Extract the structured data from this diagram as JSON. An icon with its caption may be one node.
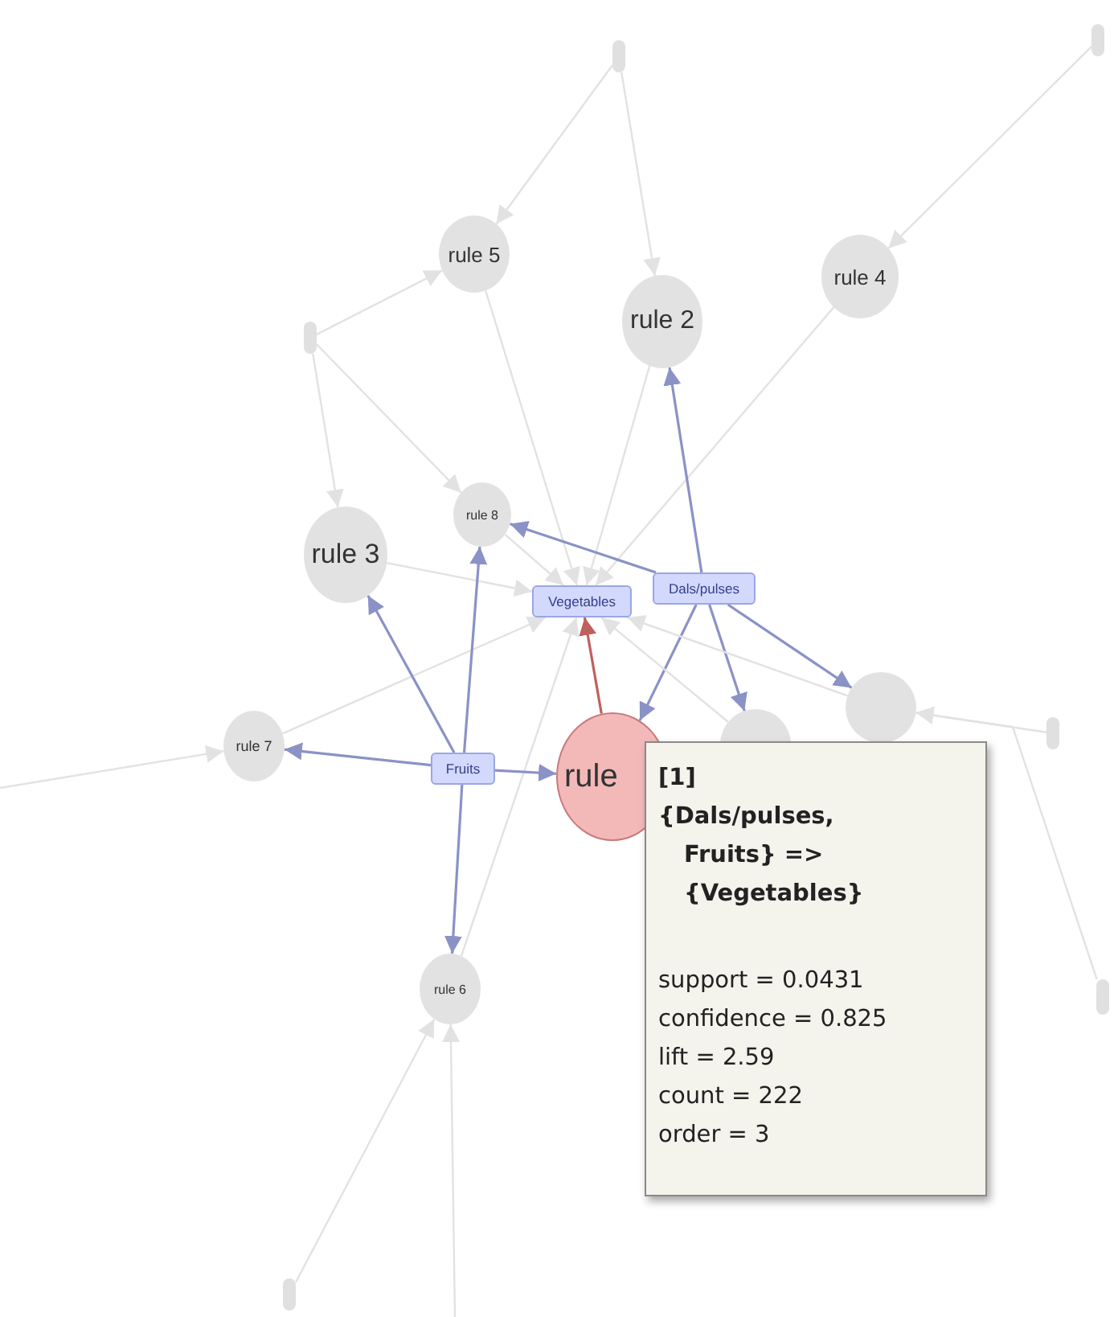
{
  "diagram": {
    "nodes": [
      {
        "text": [],
        "shape": "bar"
      },
      {
        "text": [],
        "shape": "bar"
      },
      {
        "text": [],
        "shape": "bar"
      },
      {
        "text": [
          "rule 5"
        ]
      },
      {
        "text": [
          "rule 2"
        ]
      },
      {
        "text": [
          "rule 4"
        ]
      },
      {
        "text": [
          "rule 8"
        ]
      },
      {
        "text": [
          "rule 3"
        ]
      },
      {
        "text": [
          "Vegetables"
        ]
      },
      {
        "text": [
          "Dals/pulses"
        ]
      },
      {
        "text": [
          "rule 7"
        ]
      },
      {
        "text": [
          "Fruits"
        ]
      },
      {
        "text": [
          "rule"
        ]
      },
      {
        "text": [
          "[1]",
          "{Dals/pulses, Fruits} => {Vegetables}",
          "support = 0.0431",
          "confidence = 0.825",
          "lift = 2.59",
          "count = 222",
          "order = 3"
        ]
      },
      {
        "text": [
          "rule 6"
        ]
      },
      {
        "text": [],
        "shape": "bar"
      },
      {
        "text": [],
        "shape": "bar"
      },
      {
        "text": [],
        "shape": "bar"
      },
      {
        "text": [],
        "shape": "circle"
      },
      {
        "text": [],
        "shape": "circle"
      }
    ],
    "edges": [
      {
        "from": 0,
        "to": 3,
        "arrow": "to"
      },
      {
        "from": 0,
        "to": 4,
        "arrow": "to"
      },
      {
        "from": 2,
        "to": 5,
        "arrow": "to"
      },
      {
        "from": 1,
        "to": 3,
        "arrow": "to"
      },
      {
        "from": 1,
        "to": 7,
        "arrow": "to"
      },
      {
        "from": 1,
        "to": 6,
        "arrow": "to"
      },
      {
        "from": 3,
        "to": 8,
        "arrow": "to"
      },
      {
        "from": 4,
        "to": 8,
        "arrow": "to"
      },
      {
        "from": 5,
        "to": 8,
        "arrow": "to"
      },
      {
        "from": 7,
        "to": 8,
        "arrow": "to"
      },
      {
        "from": 6,
        "to": 8,
        "arrow": "to"
      },
      {
        "from": 10,
        "to": 8,
        "arrow": "to"
      },
      {
        "from": 14,
        "to": 8,
        "arrow": "to"
      },
      {
        "from": 12,
        "to": 8,
        "arrow": "to",
        "color": "#c0605c"
      },
      {
        "from": 9,
        "to": 12,
        "arrow": "to",
        "color": "#8a92c6"
      },
      {
        "from": 9,
        "to": 4,
        "arrow": "to",
        "color": "#8a92c6"
      },
      {
        "from": 9,
        "to": 6,
        "arrow": "to",
        "color": "#8a92c6"
      },
      {
        "from": 9,
        "to": 18,
        "arrow": "to",
        "color": "#8a92c6"
      },
      {
        "from": 9,
        "to": 19,
        "arrow": "to",
        "color": "#8a92c6"
      },
      {
        "from": 11,
        "to": 7,
        "arrow": "to",
        "color": "#8a92c6"
      },
      {
        "from": 11,
        "to": 6,
        "arrow": "to",
        "color": "#8a92c6"
      },
      {
        "from": 11,
        "to": 10,
        "arrow": "to",
        "color": "#8a92c6"
      },
      {
        "from": 11,
        "to": 12,
        "arrow": "to",
        "color": "#8a92c6"
      },
      {
        "from": 11,
        "to": 14,
        "arrow": "to",
        "color": "#8a92c6"
      },
      {
        "from": null,
        "to": 10,
        "arrow": "to"
      },
      {
        "from": 15,
        "to": 14,
        "arrow": "to"
      },
      {
        "from": null,
        "to": 14,
        "arrow": "to"
      },
      {
        "from": 16,
        "to": 19,
        "arrow": "to"
      },
      {
        "from": 17,
        "to": 19,
        "arrow": "to"
      },
      {
        "from": 18,
        "to": 8,
        "arrow": "to"
      },
      {
        "from": 19,
        "to": 8,
        "arrow": "to"
      }
    ]
  }
}
